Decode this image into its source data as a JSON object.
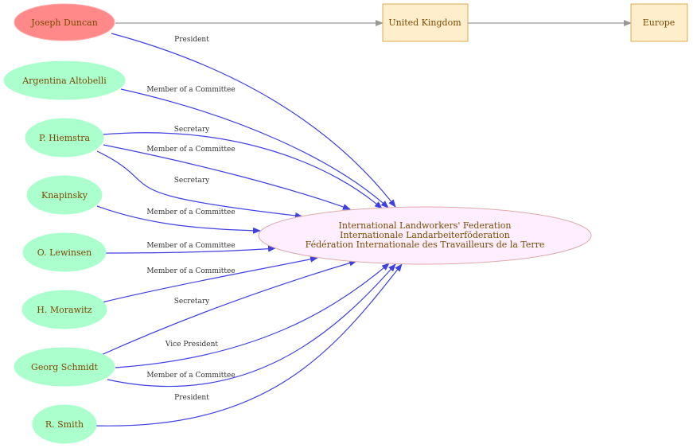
{
  "colors": {
    "person_fill": "#aaffcc",
    "person_highlight_fill": "#ff8888",
    "person_highlight_stroke": "#ffaaaa",
    "place_fill": "#ffeecc",
    "place_stroke": "#ddaa55",
    "org_fill": "#ffeeff",
    "org_stroke": "#ddaaaa",
    "edge_relation": "#4040e0",
    "edge_location": "#999999",
    "label_text": "#7a4a00"
  },
  "nodes": {
    "joseph_duncan": "Joseph Duncan",
    "united_kingdom": "United Kingdom",
    "europe": "Europe",
    "argentina_altobelli": "Argentina Altobelli",
    "p_hiemstra": "P. Hiemstra",
    "knapinsky": "Knapinsky",
    "o_lewinsen": "O. Lewinsen",
    "h_morawitz": "H. Morawitz",
    "georg_schmidt": "Georg Schmidt",
    "r_smith": "R. Smith",
    "federation": {
      "line1": "International Landworkers' Federation",
      "line2": "Internationale Landarbeiterföderation",
      "line3": "Fédération Internationale des Travailleurs de la Terre"
    }
  },
  "edges": [
    {
      "from": "joseph_duncan",
      "to": "united_kingdom",
      "label": ""
    },
    {
      "from": "united_kingdom",
      "to": "europe",
      "label": ""
    },
    {
      "from": "joseph_duncan",
      "to": "federation",
      "label": "President"
    },
    {
      "from": "argentina_altobelli",
      "to": "federation",
      "label": "Member of a Committee"
    },
    {
      "from": "p_hiemstra",
      "to": "federation",
      "label": "Secretary"
    },
    {
      "from": "p_hiemstra",
      "to": "federation",
      "label": "Member of a Committee"
    },
    {
      "from": "p_hiemstra",
      "to": "federation",
      "label": "Secretary"
    },
    {
      "from": "knapinsky",
      "to": "federation",
      "label": "Member of a Committee"
    },
    {
      "from": "o_lewinsen",
      "to": "federation",
      "label": "Member of a Committee"
    },
    {
      "from": "h_morawitz",
      "to": "federation",
      "label": "Member of a Committee"
    },
    {
      "from": "georg_schmidt",
      "to": "federation",
      "label": "Secretary"
    },
    {
      "from": "georg_schmidt",
      "to": "federation",
      "label": "Vice President"
    },
    {
      "from": "georg_schmidt",
      "to": "federation",
      "label": "Member of a Committee"
    },
    {
      "from": "r_smith",
      "to": "federation",
      "label": "President"
    }
  ]
}
